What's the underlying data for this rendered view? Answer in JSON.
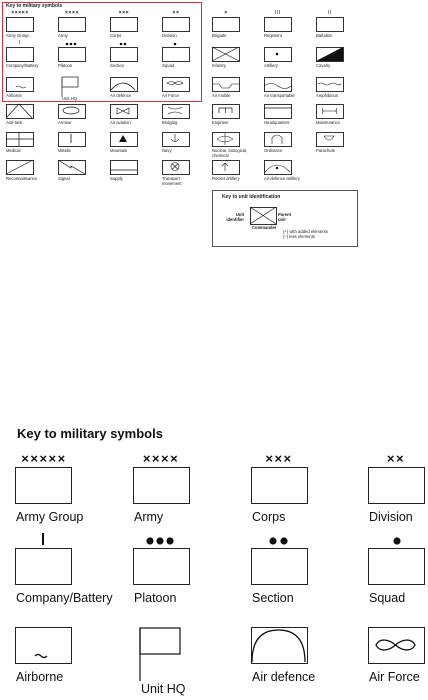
{
  "thumb": {
    "title": "Key to military symbols",
    "army_group": {
      "marks": "×××××",
      "label": "Army Group"
    },
    "army": {
      "marks": "××××",
      "label": "Army"
    },
    "corps": {
      "marks": "×××",
      "label": "Corps"
    },
    "division": {
      "marks": "××",
      "label": "Division"
    },
    "brigade": {
      "marks": "×",
      "label": "Brigade"
    },
    "regiment": {
      "marks": "III",
      "label": "Regiment"
    },
    "battalion": {
      "marks": "II",
      "label": "Battalion"
    },
    "company": {
      "marks": "I",
      "label": "Company/Battery"
    },
    "platoon": {
      "label": "Platoon"
    },
    "section": {
      "label": "Section"
    },
    "squad": {
      "label": "Squad"
    },
    "infantry": {
      "label": "Infantry"
    },
    "artillery": {
      "label": "Artillery"
    },
    "cavalry": {
      "label": "Cavalry"
    },
    "airborne": {
      "label": "Airborne"
    },
    "unit_hq": {
      "label": "Unit HQ"
    },
    "air_defence": {
      "label": "Air defence"
    },
    "air_force": {
      "label": "Air Force"
    },
    "air_mobile": {
      "label": "Air mobile"
    },
    "air_transportable": {
      "label": "Air transportable"
    },
    "amphibious": {
      "label": "Amphibious"
    },
    "anti_tank": {
      "label": "Anti-tank"
    },
    "armour": {
      "label": "Armour"
    },
    "air_aviation": {
      "label": "Air aviation"
    },
    "bridging": {
      "label": "Bridging"
    },
    "engineer": {
      "label": "Engineer"
    },
    "headquarters": {
      "label": "Headquarters"
    },
    "maintenance": {
      "label": "Maintenance"
    },
    "medical": {
      "label": "Medical"
    },
    "missile": {
      "label": "Missile"
    },
    "mountain": {
      "label": "Mountain"
    },
    "navy": {
      "label": "Navy"
    },
    "nbc": {
      "label": "Nuclear, biological, chemical"
    },
    "ordnance": {
      "label": "Ordnance"
    },
    "parachute": {
      "label": "Parachute"
    },
    "reconnaissance": {
      "label": "Reconnaissance"
    },
    "signal": {
      "label": "Signal"
    },
    "supply": {
      "label": "Supply"
    },
    "transport": {
      "label": "Transport movement"
    },
    "rocket_artillery": {
      "label": "Rocket artillery"
    },
    "ad_artillery": {
      "label": "Air defence artillery"
    },
    "unit_key": {
      "title": "Key to unit identification",
      "unit_identifier": "Unit identifier",
      "parent_unit": "Parent unit",
      "commander": "Commander",
      "note_plus": "(+) with added elements",
      "note_minus": "(–) less elements"
    }
  },
  "zoom": {
    "title": "Key to military symbols",
    "army_group": {
      "marks": "×××××",
      "label": "Army Group"
    },
    "army": {
      "marks": "××××",
      "label": "Army"
    },
    "corps": {
      "marks": "×××",
      "label": "Corps"
    },
    "division": {
      "marks": "××",
      "label": "Division"
    },
    "company": {
      "marks": "I",
      "label": "Company/Battery"
    },
    "platoon": {
      "label": "Platoon"
    },
    "section": {
      "label": "Section"
    },
    "squad": {
      "label": "Squad"
    },
    "airborne": {
      "label": "Airborne"
    },
    "unit_hq": {
      "label": "Unit HQ"
    },
    "air_defence": {
      "label": "Air defence"
    },
    "air_force": {
      "label": "Air Force"
    }
  }
}
